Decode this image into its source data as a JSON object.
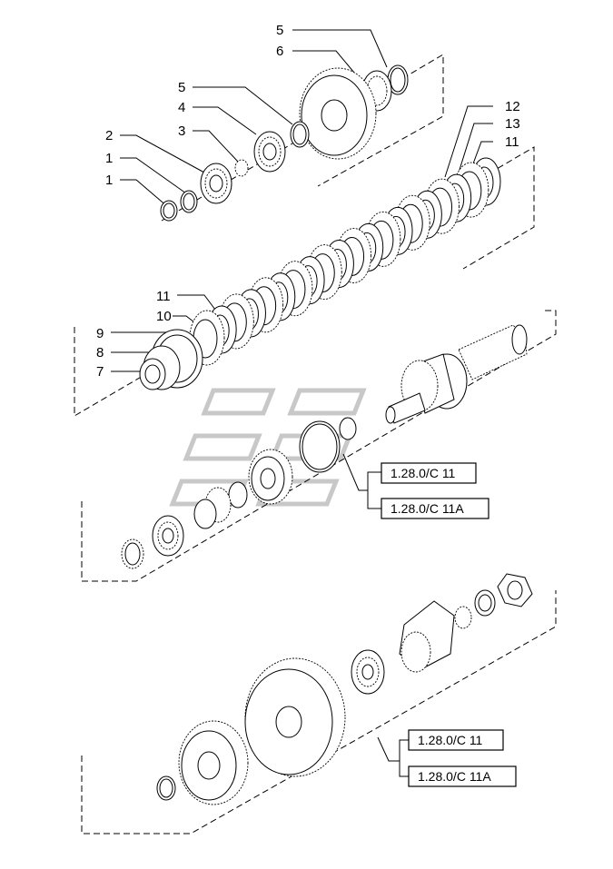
{
  "callouts": [
    {
      "id": "c5a",
      "label": "5"
    },
    {
      "id": "c6",
      "label": "6"
    },
    {
      "id": "c5b",
      "label": "5"
    },
    {
      "id": "c4",
      "label": "4"
    },
    {
      "id": "c3",
      "label": "3"
    },
    {
      "id": "c2",
      "label": "2"
    },
    {
      "id": "c1a",
      "label": "1"
    },
    {
      "id": "c1b",
      "label": "1"
    },
    {
      "id": "c12",
      "label": "12"
    },
    {
      "id": "c13",
      "label": "13"
    },
    {
      "id": "c11a",
      "label": "11"
    },
    {
      "id": "c11b",
      "label": "11"
    },
    {
      "id": "c10",
      "label": "10"
    },
    {
      "id": "c9",
      "label": "9"
    },
    {
      "id": "c8",
      "label": "8"
    },
    {
      "id": "c7",
      "label": "7"
    }
  ],
  "references": [
    {
      "id": "r1",
      "label": "1.28.0/C 11"
    },
    {
      "id": "r2",
      "label": "1.28.0/C 11A"
    },
    {
      "id": "r3",
      "label": "1.28.0/C 11"
    },
    {
      "id": "r4",
      "label": "1.28.0/C 11A"
    }
  ]
}
